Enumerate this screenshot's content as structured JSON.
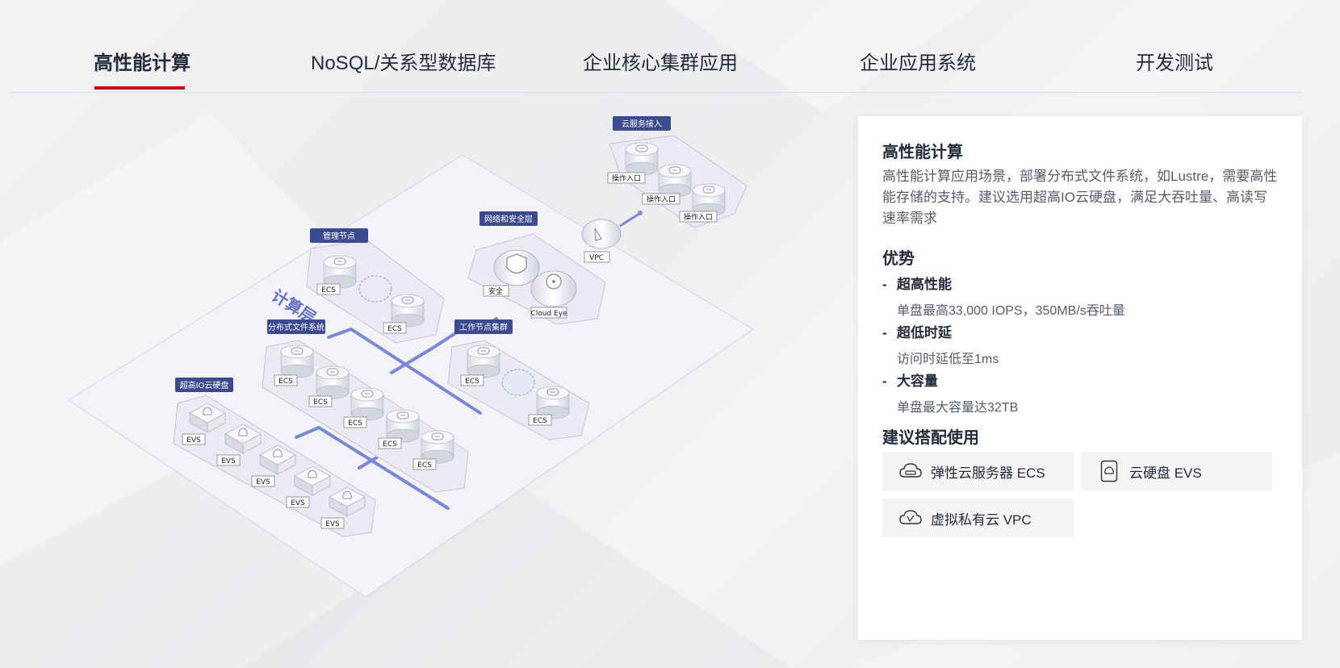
{
  "tabs": [
    {
      "label": "高性能计算",
      "active": true
    },
    {
      "label": "NoSQL/关系型数据库",
      "active": false
    },
    {
      "label": "企业核心集群应用",
      "active": false
    },
    {
      "label": "企业应用系统",
      "active": false
    },
    {
      "label": "开发测试",
      "active": false
    }
  ],
  "diagram": {
    "layer_label": "计算层",
    "groups": {
      "cloud_access": "云服务接入",
      "network_security": "网络和安全层",
      "management": "管理节点",
      "dfs": "分布式文件系统",
      "worker_cluster": "工作节点集群",
      "ultra_io": "超高IO云硬盘"
    },
    "nodes": {
      "entry": "操作入口",
      "vpc": "VPC",
      "security": "安全",
      "cloud_eye": "Cloud Eye",
      "ecs": "ECS",
      "evs": "EVS"
    }
  },
  "card": {
    "title": "高性能计算",
    "description": "高性能计算应用场景，部署分布式文件系统，如Lustre，需要高性能存储的支持。建议选用超高IO云硬盘，满足大吞吐量、高读写速率需求",
    "advantages_title": "优势",
    "advantages": [
      {
        "name": "超高性能",
        "desc": "单盘最高33,000 IOPS，350MB/s吞吐量"
      },
      {
        "name": "超低时延",
        "desc": "访问时延低至1ms"
      },
      {
        "name": "大容量",
        "desc": "单盘最大容量达32TB"
      }
    ],
    "recommend_title": "建议搭配使用",
    "products": [
      {
        "name": "弹性云服务器 ECS",
        "icon": "server-cloud-icon"
      },
      {
        "name": "云硬盘 EVS",
        "icon": "disk-icon"
      },
      {
        "name": "虚拟私有云 VPC",
        "icon": "vpc-cloud-icon"
      }
    ]
  },
  "colors": {
    "accent": "#c7000b",
    "label_bg": "#3c4a8e",
    "connector": "#7b87d6"
  }
}
